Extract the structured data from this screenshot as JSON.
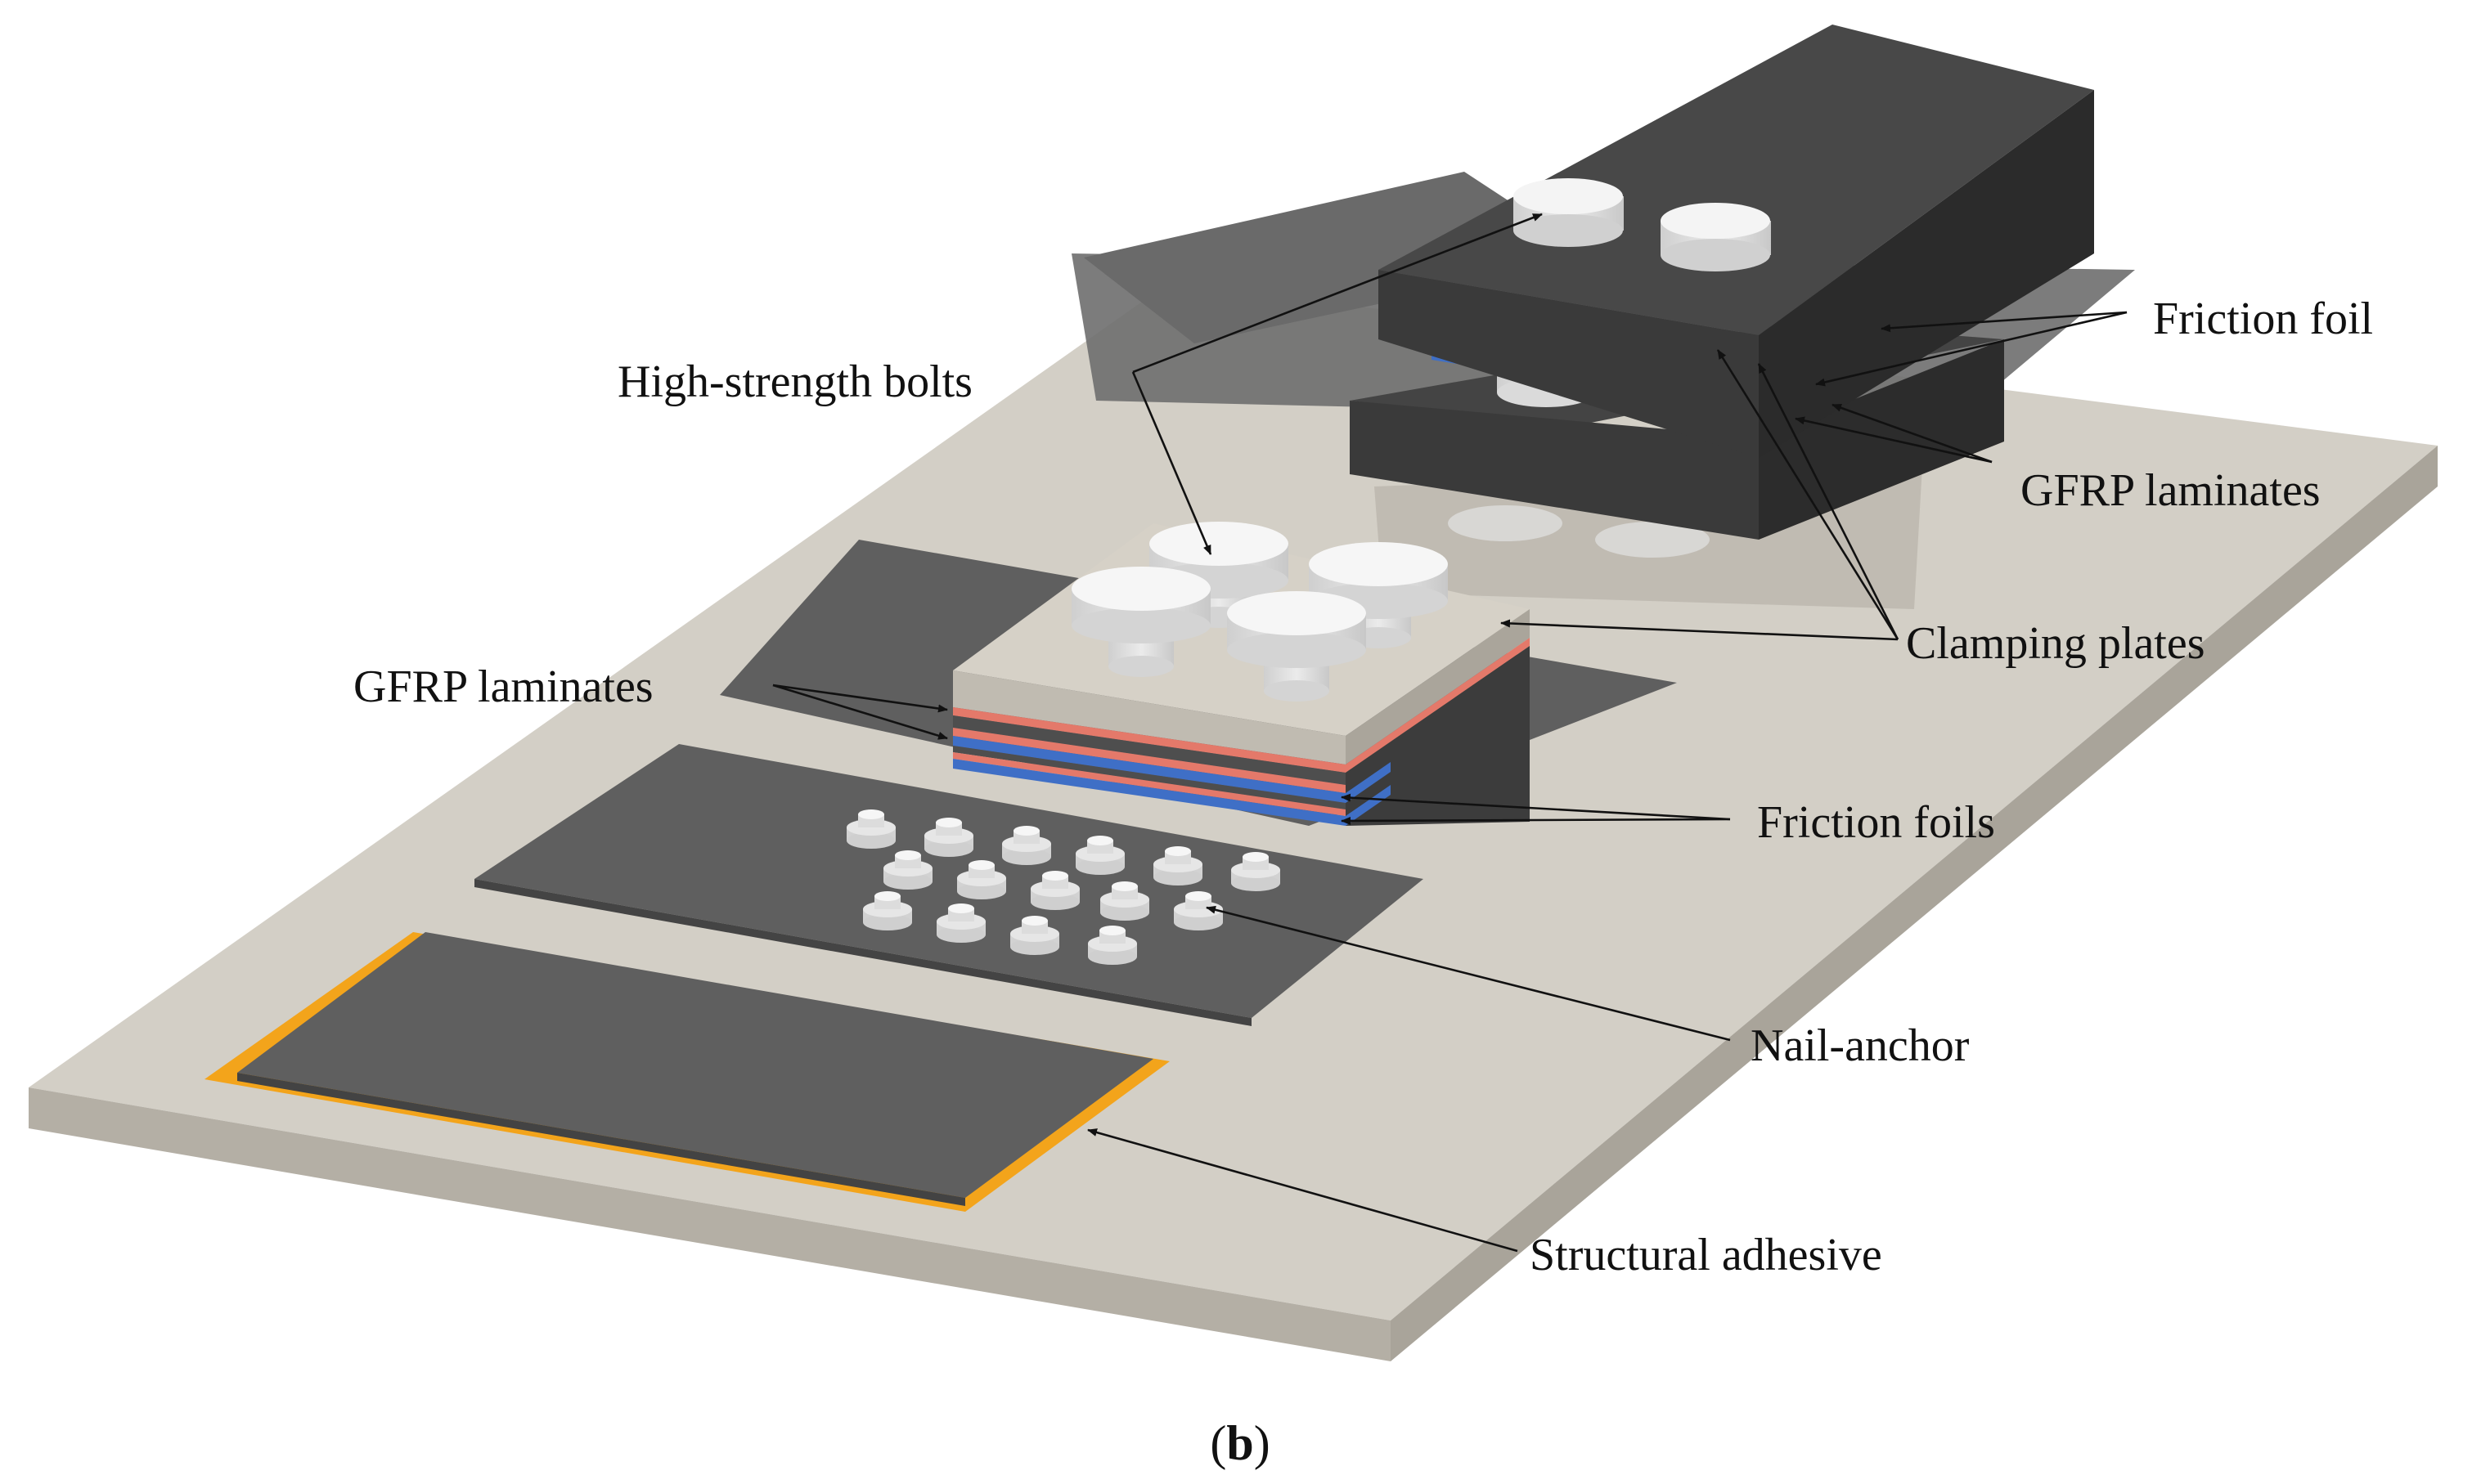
{
  "labels": {
    "high_strength_bolts": "High-strength bolts",
    "friction_foil": "Friction foil",
    "gfrp_laminates_right": "GFRP laminates",
    "gfrp_laminates_left": "GFRP laminates",
    "clamping_plates": "Clamping plates",
    "friction_foils": "Friction foils",
    "nail_anchor": "Nail-anchor",
    "structural_adhesive": "Structural adhesive"
  },
  "caption": {
    "open": "(",
    "letter": "b",
    "close": ")"
  },
  "colors": {
    "concrete_top": "#d3cfc6",
    "concrete_side": "#b7b2a8",
    "laminate": "#616161",
    "clamp_plate": "#3b3b3b",
    "bolt": "#e9e9e9",
    "friction_foil": "#3f6fc6",
    "gfrp_edge": "#e4796a",
    "adhesive": "#f3a41b"
  }
}
